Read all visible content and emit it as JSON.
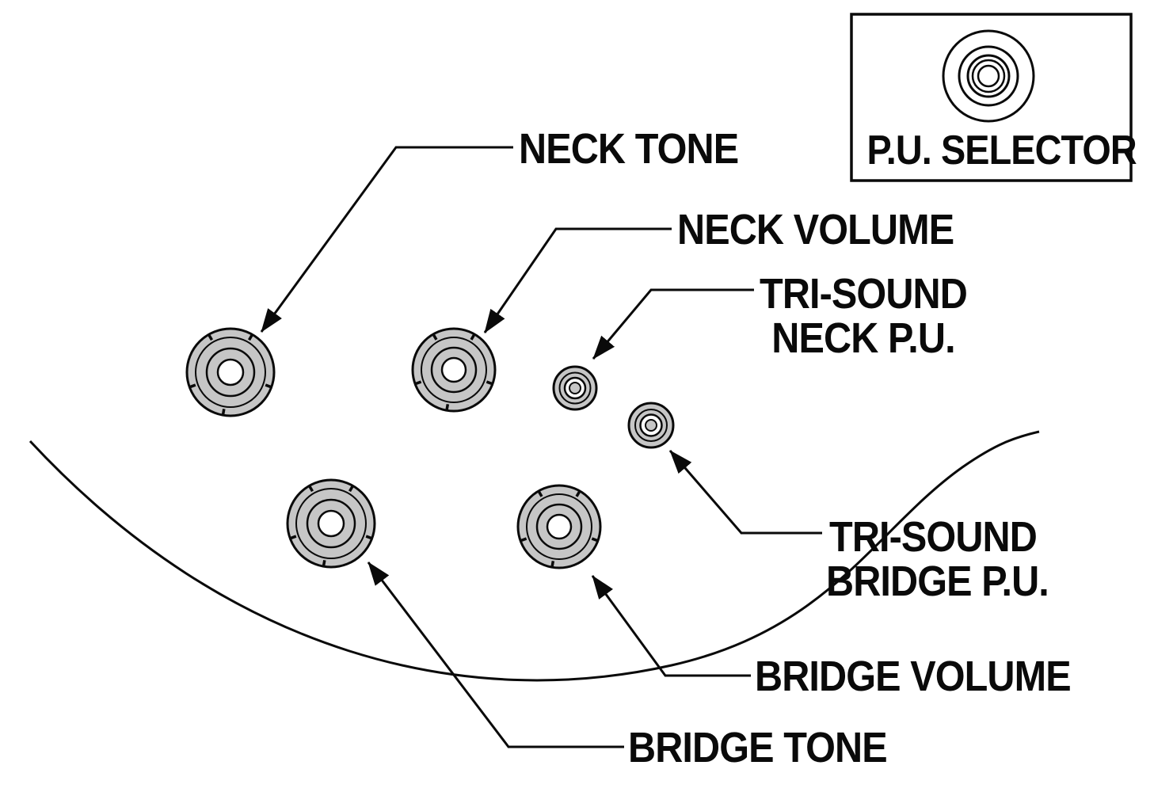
{
  "labels": {
    "neck_tone": "NECK TONE",
    "neck_volume": "NECK VOLUME",
    "tri_sound_neck": {
      "line1": "TRI-SOUND",
      "line2": "NECK P.U."
    },
    "tri_sound_bridge": {
      "line1": "TRI-SOUND",
      "line2": "BRIDGE P.U."
    },
    "bridge_volume": "BRIDGE VOLUME",
    "bridge_tone": "BRIDGE TONE",
    "pu_selector": "P.U. SELECTOR"
  },
  "knobs": [
    {
      "name": "neck-tone-knob",
      "size": "large"
    },
    {
      "name": "neck-volume-knob",
      "size": "large"
    },
    {
      "name": "tri-sound-neck-knob",
      "size": "small"
    },
    {
      "name": "tri-sound-bridge-knob",
      "size": "small"
    },
    {
      "name": "bridge-tone-knob",
      "size": "large"
    },
    {
      "name": "bridge-volume-knob",
      "size": "large"
    },
    {
      "name": "pu-selector-knob",
      "size": "large"
    }
  ],
  "colors": {
    "ink": "#0a0a0a",
    "knob_fill": "#c6c6c6",
    "knob_center": "#ffffff",
    "background": "#ffffff"
  }
}
